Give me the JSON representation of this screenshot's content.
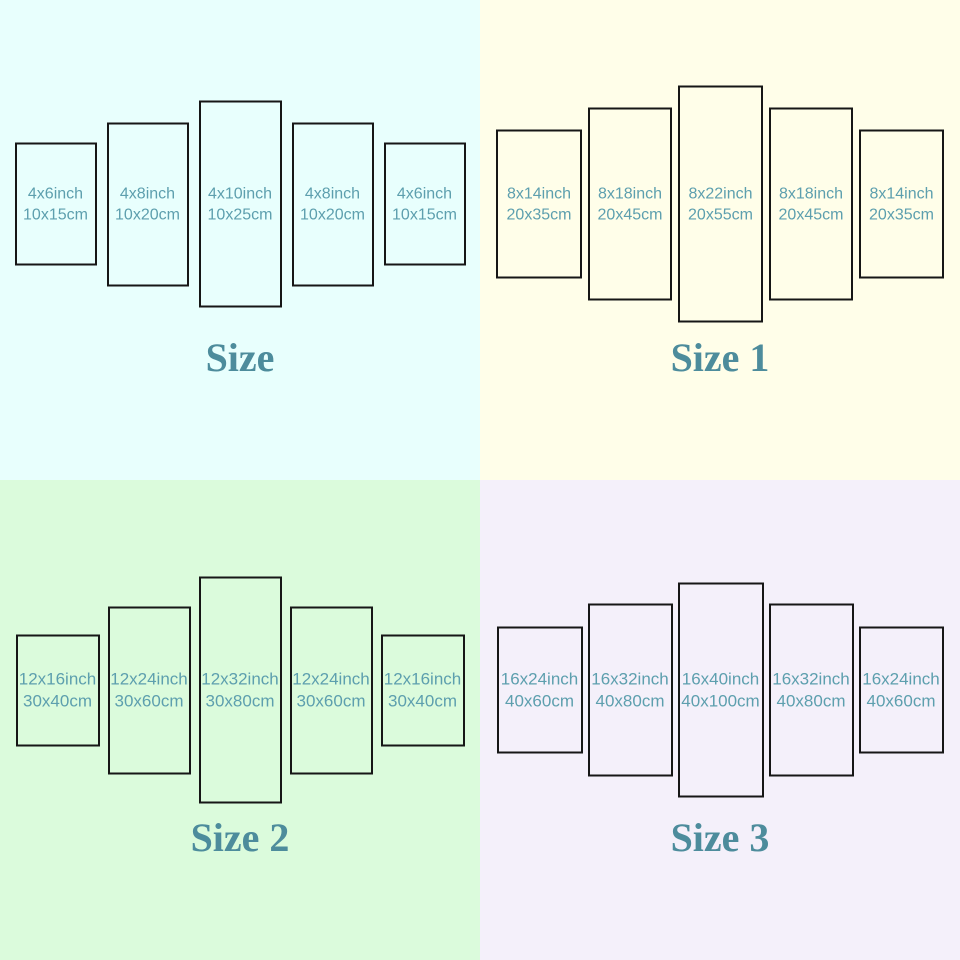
{
  "colors": {
    "panel_border": "#161616",
    "label_text": "#5d9fae",
    "title_text": "#4d8c9c",
    "bg_top_left": "#e8fffd",
    "bg_top_right": "#fffee9",
    "bg_bottom_left": "#dbfbdc",
    "bg_bottom_right": "#f4f0fa"
  },
  "quadrants": [
    {
      "title": "Size",
      "panels": [
        {
          "inch": "4x6inch",
          "cm": "10x15cm"
        },
        {
          "inch": "4x8inch",
          "cm": "10x20cm"
        },
        {
          "inch": "4x10inch",
          "cm": "10x25cm"
        },
        {
          "inch": "4x8inch",
          "cm": "10x20cm"
        },
        {
          "inch": "4x6inch",
          "cm": "10x15cm"
        }
      ]
    },
    {
      "title": "Size 1",
      "panels": [
        {
          "inch": "8x14inch",
          "cm": "20x35cm"
        },
        {
          "inch": "8x18inch",
          "cm": "20x45cm"
        },
        {
          "inch": "8x22inch",
          "cm": "20x55cm"
        },
        {
          "inch": "8x18inch",
          "cm": "20x45cm"
        },
        {
          "inch": "8x14inch",
          "cm": "20x35cm"
        }
      ]
    },
    {
      "title": "Size 2",
      "panels": [
        {
          "inch": "12x16inch",
          "cm": "30x40cm"
        },
        {
          "inch": "12x24inch",
          "cm": "30x60cm"
        },
        {
          "inch": "12x32inch",
          "cm": "30x80cm"
        },
        {
          "inch": "12x24inch",
          "cm": "30x60cm"
        },
        {
          "inch": "12x16inch",
          "cm": "30x40cm"
        }
      ]
    },
    {
      "title": "Size 3",
      "panels": [
        {
          "inch": "16x24inch",
          "cm": "40x60cm"
        },
        {
          "inch": "16x32inch",
          "cm": "40x80cm"
        },
        {
          "inch": "16x40inch",
          "cm": "40x100cm"
        },
        {
          "inch": "16x32inch",
          "cm": "40x80cm"
        },
        {
          "inch": "16x24inch",
          "cm": "40x60cm"
        }
      ]
    }
  ]
}
